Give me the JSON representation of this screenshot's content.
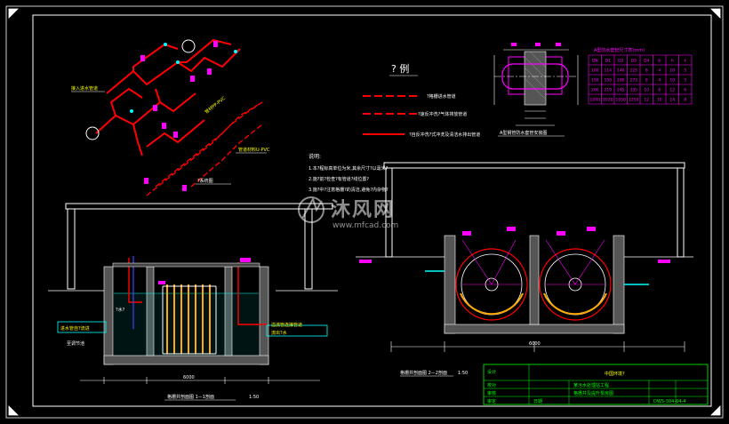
{
  "colors": {
    "background": "#000000",
    "frame": "#ffffff",
    "pipe_red": "#ff0000",
    "pipe_magenta": "#ff00ff",
    "structure": "#ffffff",
    "hatch": "#808080",
    "text_yellow": "#ffff00",
    "water_blue": "#00ffff",
    "titleblock_green": "#00ff00",
    "grating": "#ffaa00"
  },
  "legend": {
    "title": "? 例",
    "items": [
      {
        "symbol": "dashed-red-line",
        "text": "?格栅进水管道"
      },
      {
        "symbol": "dashed-red-line",
        "text": "?速反冲洗?气体排放管道"
      },
      {
        "symbol": "solid-red-line",
        "text": "?自反冲洗?式冲洗及清洁水排出管道"
      }
    ]
  },
  "isometric": {
    "caption": "?系统图",
    "pipe_label": "管道材料U-PVC",
    "inlet_label": "接入进水管道",
    "branch_label": "管材PP-PVC"
  },
  "notes": {
    "title": "说明:",
    "lines": [
      "1.本?程标高单位为米,其余尺寸?以毫米?",
      "2.施?前?检查?有管道?线位置?",
      "3.施?中?注意格栅?的清洁,避免?内杂物?"
    ]
  },
  "pipe_detail": {
    "caption": "A型钢管防水套管安装图"
  },
  "spec_table": {
    "title": "A型防水套管尺寸表(mm)",
    "rows": [
      [
        "DN",
        "D1",
        "D2",
        "D3",
        "D4",
        "b",
        "h",
        "k"
      ],
      [
        "100",
        "114",
        "140",
        "225",
        "8",
        "4",
        "10",
        "5"
      ],
      [
        "150",
        "159",
        "180",
        "273",
        "8",
        "4",
        "10",
        "5"
      ],
      [
        "200",
        "219",
        "245",
        "335",
        "10",
        "6",
        "12",
        "6"
      ],
      [
        "1000",
        "1020",
        "1050",
        "1250",
        "12",
        "10",
        "14",
        "8"
      ]
    ]
  },
  "section_left": {
    "caption": "格栅井剖面图 1—1剖面",
    "scale": "1:50",
    "labels": {
      "inlet": "进水管自?流进",
      "outlet": "流出?水",
      "overflow": "溢流管连接管道",
      "return": "至调节池",
      "dim_total": "6000",
      "gauge": "?水?"
    }
  },
  "section_right": {
    "caption": "格栅井剖面图 2—2剖面",
    "scale": "1:50",
    "dim_total": "6000"
  },
  "title_block": {
    "company": "中国环境?",
    "project": "某污水处理站工程",
    "drawing_title": "格栅井及提升泵房图",
    "drawing_no": "DWS-304-04-4",
    "rows": [
      "设计",
      "校对",
      "审核",
      "审定",
      "日期"
    ]
  },
  "watermark": {
    "brand": "沐风网",
    "url": "www.mfcad.com"
  }
}
